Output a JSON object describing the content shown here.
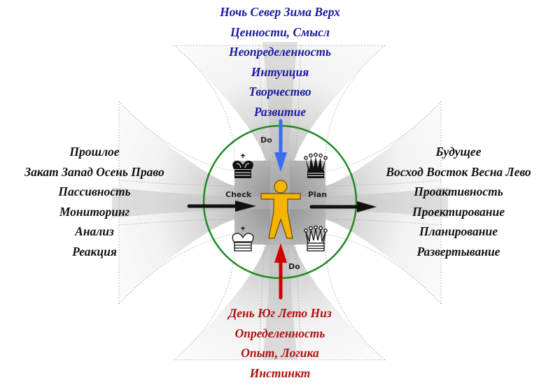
{
  "diagram": {
    "north": {
      "color": "#1a1aa0",
      "lines": [
        "Ночь Север Зима Верх",
        "Ценности, Смысл",
        "Неопределенность",
        "Интуиция",
        "Творчество",
        "Развитие"
      ]
    },
    "south": {
      "color": "#b01010",
      "lines": [
        "День Юг Лето Низ",
        "Определенность",
        "Опыт, Логика",
        "Инстинкт"
      ]
    },
    "west": {
      "color": "#111111",
      "lines": [
        "Прошлое",
        "Закат Запад Осень Право",
        "Пассивность",
        "Мониторинг",
        "Анализ",
        "Реакция"
      ]
    },
    "east": {
      "color": "#111111",
      "lines": [
        "Будущее",
        "Восход Восток Весна Лево",
        "Проактивность",
        "Проектирование",
        "Планирование",
        "Развертывание"
      ]
    },
    "center": {
      "labels": {
        "do_top": "Do",
        "do_bottom": "Do",
        "check": "Check",
        "plan": "Plan"
      },
      "figure_color": "#f5b400",
      "circle_color": "#1f8a1f",
      "arrow_down_color": "#3a6cf0",
      "arrow_up_color": "#d00000",
      "arrow_horizontal_color": "#111111",
      "pieces": {
        "top_left": "king-black",
        "top_right": "queen-black",
        "bottom_left": "king-white",
        "bottom_right": "queen-white"
      }
    }
  }
}
